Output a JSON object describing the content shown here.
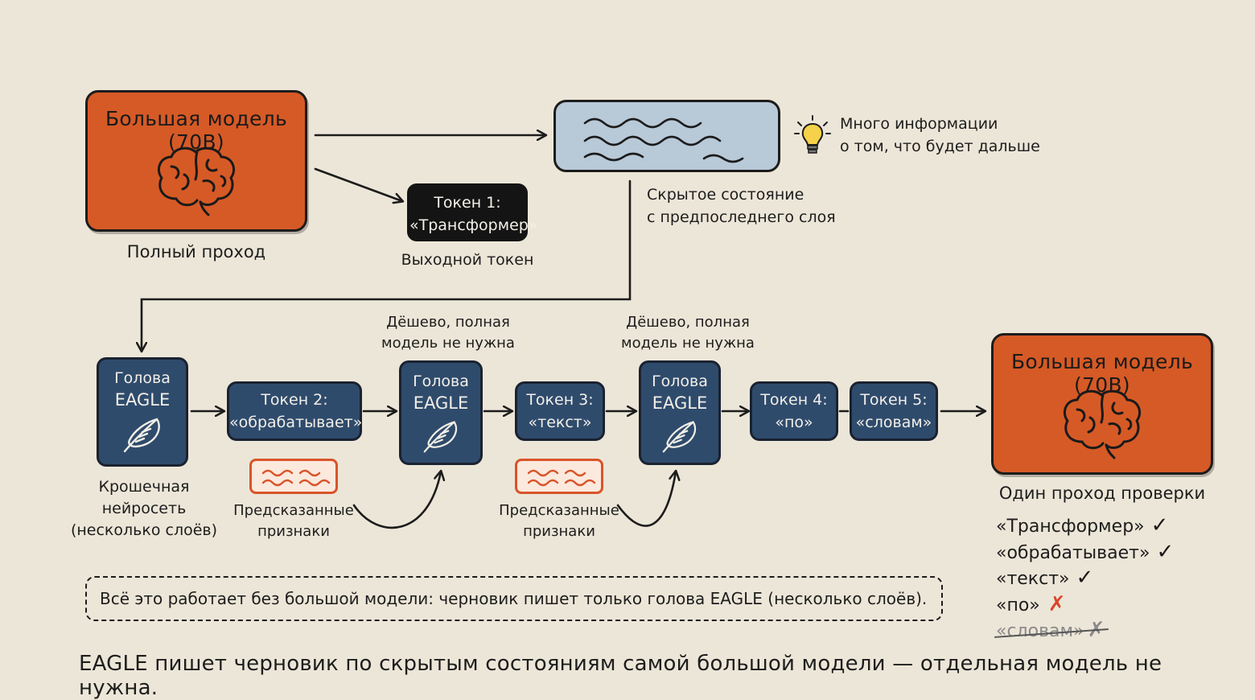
{
  "top": {
    "big_model_title": "Большая модель (70B)",
    "full_pass_label": "Полный проход",
    "token1_line1": "Токен 1:",
    "token1_line2": "«Трансформер»",
    "output_token_label": "Выходной токен",
    "hidden_state_line1": "Скрытое состояние",
    "hidden_state_line2": "с предпоследнего слоя",
    "idea_line1": "Много информации",
    "idea_line2": "о том, что будет дальше"
  },
  "pipeline": {
    "head1_line1": "Голова",
    "head1_line2": "EAGLE",
    "head1_caption_1": "Крошечная",
    "head1_caption_2": "нейросеть",
    "head1_caption_3": "(несколько слоёв)",
    "token2_line1": "Токен 2:",
    "token2_line2": "«обрабатывает»",
    "features1_line1": "Предсказанные",
    "features1_line2": "признаки",
    "cheap1_line1": "Дёшево, полная",
    "cheap1_line2": "модель не нужна",
    "head2_line1": "Голова",
    "head2_line2": "EAGLE",
    "token3_line1": "Токен 3:",
    "token3_line2": "«текст»",
    "features2_line1": "Предсказанные",
    "features2_line2": "признаки",
    "cheap2_line1": "Дёшево, полная",
    "cheap2_line2": "модель не нужна",
    "head3_line1": "Голова",
    "head3_line2": "EAGLE",
    "token4_line1": "Токен 4:",
    "token4_line2": "«по»",
    "token5_line1": "Токен 5:",
    "token5_line2": "«словам»"
  },
  "verify": {
    "big_model_title": "Большая модель (70B)",
    "pass_label": "Один проход проверки",
    "items": [
      {
        "text": "«Трансформер»",
        "mark": "✓"
      },
      {
        "text": "«обрабатывает»",
        "mark": "✓"
      },
      {
        "text": "«текст»",
        "mark": "✓"
      },
      {
        "text": "«по»",
        "mark": "✗"
      },
      {
        "text": "«словам»",
        "mark": "✗"
      }
    ]
  },
  "note_box": "Всё это работает без большой модели: черновик пишет только голова EAGLE (несколько слоёв).",
  "footer": "EAGLE пишет черновик по скрытым состояниям самой большой модели — отдельная модель не нужна.",
  "colors": {
    "background": "#ece6d8",
    "big_model": "#d65a26",
    "eagle_blue": "#2f4b6c",
    "hidden_state": "#b8c9d8",
    "reject_red": "#d8452a"
  }
}
